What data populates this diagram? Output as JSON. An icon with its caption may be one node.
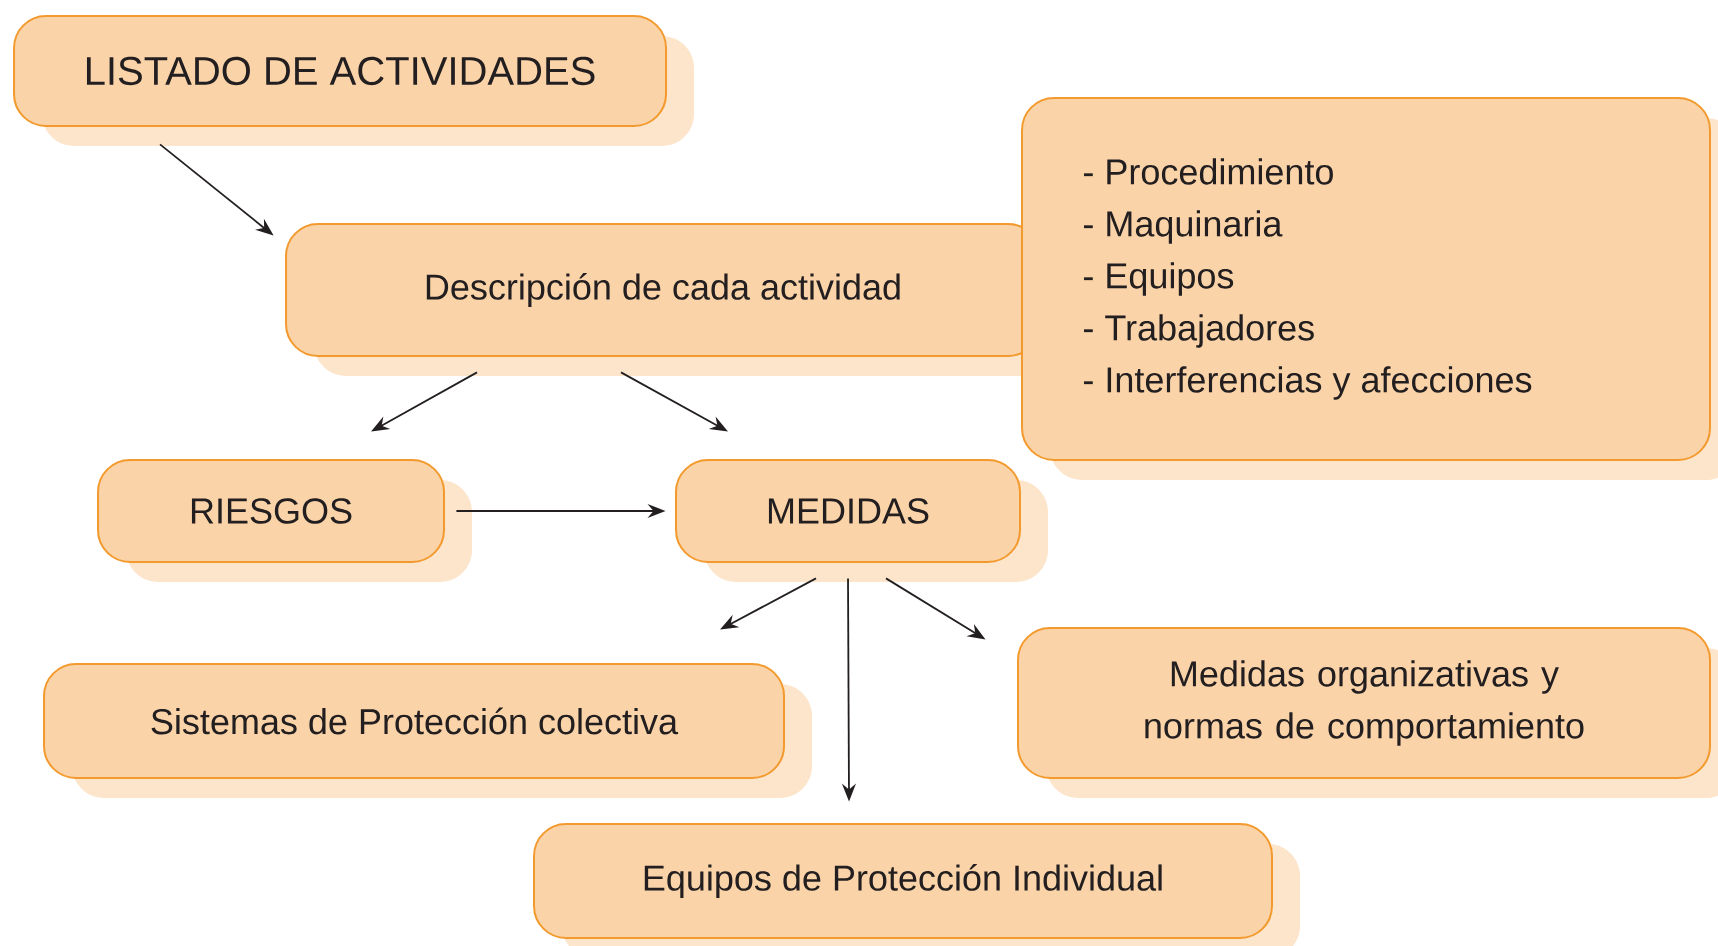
{
  "diagram": {
    "nodes": [
      {
        "text": [
          "LISTADO DE ACTIVIDADES"
        ]
      },
      {
        "text": [
          "Descripción de cada actividad"
        ]
      },
      {
        "text": [
          "- Procedimiento",
          "- Maquinaria",
          "- Equipos",
          "- Trabajadores",
          "- Interferencias y afecciones"
        ]
      },
      {
        "text": [
          "RIESGOS"
        ]
      },
      {
        "text": [
          "MEDIDAS"
        ]
      },
      {
        "text": [
          "Sistemas de Protección colectiva"
        ]
      },
      {
        "text": [
          "Medidas organizativas y normas de comportamiento"
        ]
      },
      {
        "text": [
          "Equipos de Protección Individual"
        ]
      }
    ],
    "edges": [
      {
        "from": 0,
        "to": 1,
        "arrow": "to"
      },
      {
        "from": 1,
        "to": 3,
        "arrow": "to"
      },
      {
        "from": 1,
        "to": 4,
        "arrow": "to"
      },
      {
        "from": 3,
        "to": 4,
        "arrow": "to"
      },
      {
        "from": 4,
        "to": 5,
        "arrow": "to"
      },
      {
        "from": 4,
        "to": 7,
        "arrow": "to"
      },
      {
        "from": 4,
        "to": 6,
        "arrow": "to"
      }
    ]
  }
}
